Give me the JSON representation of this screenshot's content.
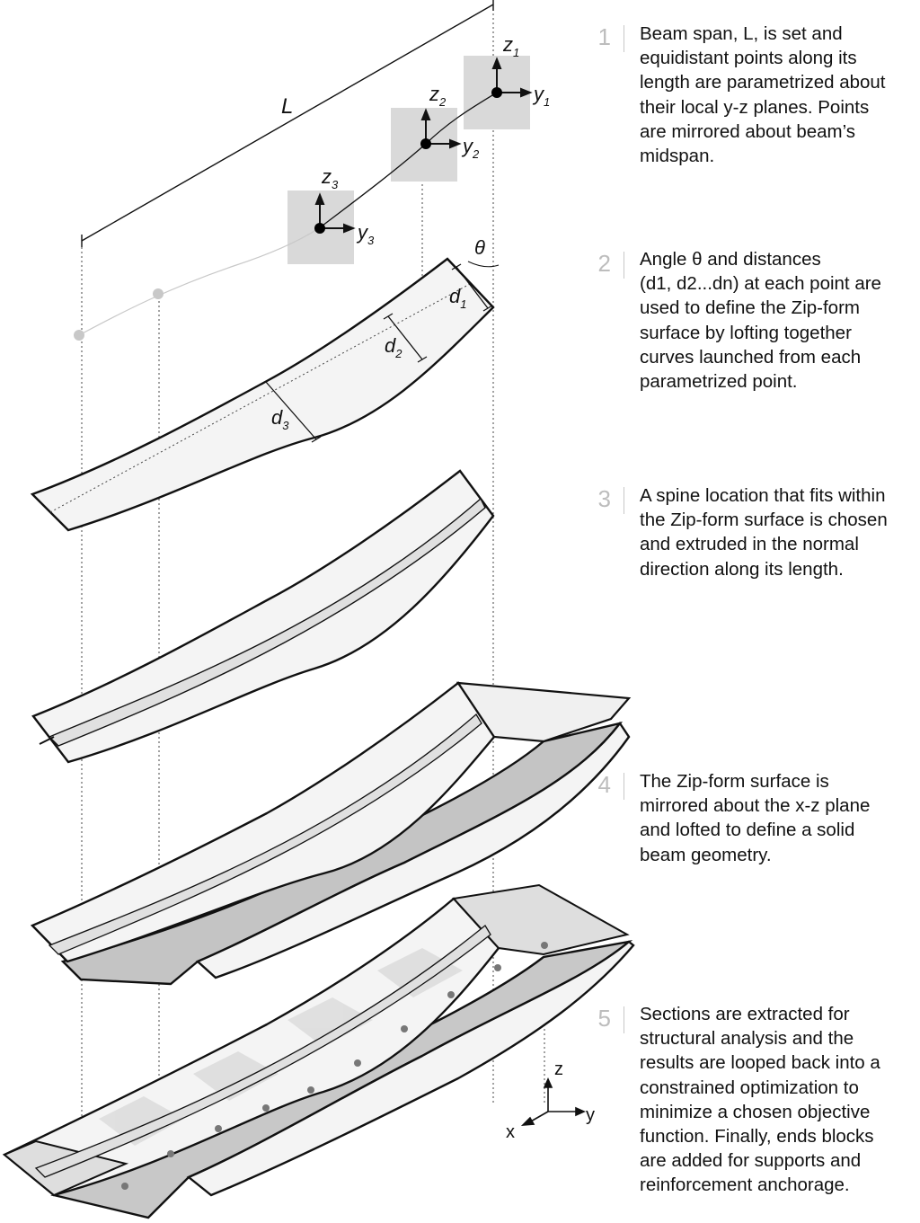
{
  "labels": {
    "span": "L",
    "theta": "θ",
    "points": [
      {
        "z": "z",
        "z_sub": "1",
        "y": "y",
        "y_sub": "1"
      },
      {
        "z": "z",
        "z_sub": "2",
        "y": "y",
        "y_sub": "2"
      },
      {
        "z": "z",
        "z_sub": "3",
        "y": "y",
        "y_sub": "3"
      }
    ],
    "distances": [
      {
        "d": "d",
        "sub": "1"
      },
      {
        "d": "d",
        "sub": "2"
      },
      {
        "d": "d",
        "sub": "3"
      }
    ],
    "axes": {
      "x": "x",
      "y": "y",
      "z": "z"
    }
  },
  "steps": [
    {
      "number": "1",
      "lines": [
        "Beam span, L, is  set and",
        "equidistant points along its",
        "length are parametrized about",
        "their local y-z planes. Points",
        "are mirrored about beam’s",
        "midspan."
      ]
    },
    {
      "number": "2",
      "lines": [
        "Angle θ and distances",
        "(d1, d2...dn) at each point are",
        "used to define the Zip-form",
        "surface by lofting together",
        "curves launched from each",
        "parametrized point."
      ]
    },
    {
      "number": "3",
      "lines": [
        "A spine location that fits within",
        "the Zip-form surface is chosen",
        "and extruded in the normal",
        "direction along its length."
      ]
    },
    {
      "number": "4",
      "lines": [
        "The Zip-form surface is",
        "mirrored about the x-z plane",
        "and lofted to define a solid",
        "beam geometry."
      ]
    },
    {
      "number": "5",
      "lines": [
        "Sections are extracted for",
        "structural analysis and the",
        "results are looped back into a",
        "constrained optimization to",
        "minimize a chosen objective",
        "function. Finally, ends blocks",
        "are added for supports and",
        "reinforcement anchorage."
      ]
    }
  ],
  "colors": {
    "ink": "#111111",
    "plane": "#d9d9d9",
    "surface": "#ececec",
    "shadow": "#bdbdbd",
    "stepnum": "#bdbdbd"
  }
}
